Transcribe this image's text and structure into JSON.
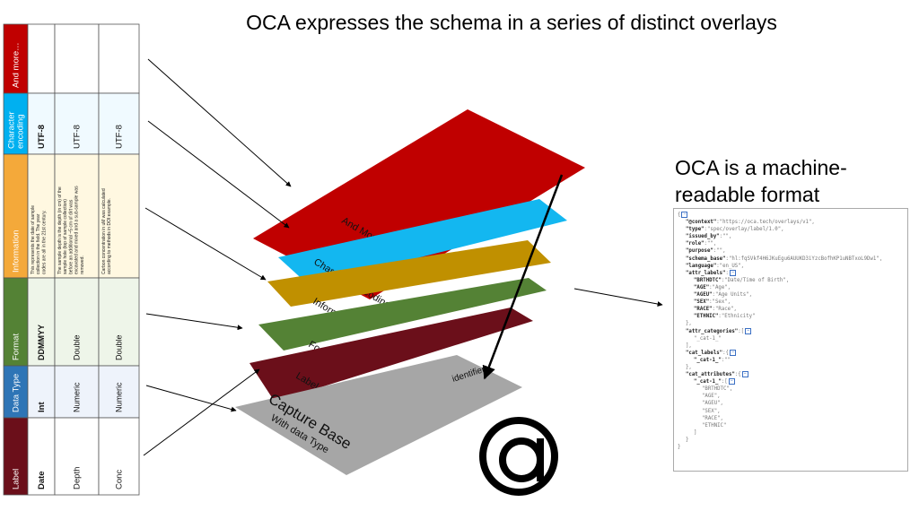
{
  "title": "OCA expresses the schema in a series of distinct overlays",
  "subtitle_line1": "OCA is a machine-",
  "subtitle_line2": "readable format",
  "table": {
    "columns": [
      {
        "header": "Label",
        "header_color": "#6b0f1a",
        "cell_bg": "#ffffff",
        "cells": [
          "Date",
          "Depth",
          "Conc"
        ]
      },
      {
        "header": "Data Type",
        "header_color": "#2e75b6",
        "cell_bg": "#eef3fb",
        "cells": [
          "Int",
          "Numeric",
          "Numeric"
        ]
      },
      {
        "header": "Format",
        "header_color": "#548235",
        "cell_bg": "#eef5e9",
        "cells": [
          "DDMMYY",
          "Double",
          "Double"
        ]
      },
      {
        "header": "Information",
        "header_color": "#f4a93a",
        "cell_bg": "#fff8e1",
        "cells": [
          "This represents the date of sample collection in the field. The year codes are all in the 21st century.",
          "The sample depth is the depth (in cm) of the sample hole (top of sample collection) before an additional ~5 cm of dirt was excavated and mixed and a sub-sample was removed.",
          "Carbon concentration in uM was calculated according to methods in DOI:example."
        ]
      },
      {
        "header": "Character encoding",
        "header_color": "#00b0f0",
        "cell_bg": "#f0faff",
        "cells": [
          "UTF-8",
          "UTF-8",
          "UTF-8"
        ]
      },
      {
        "header": "And more…",
        "header_color": "#c00000",
        "cell_bg": "#ffffff",
        "cells": [
          "",
          "",
          ""
        ]
      }
    ]
  },
  "layers": [
    {
      "label": "And More…",
      "color": "#c00000"
    },
    {
      "label": "Character Encoding",
      "color": "#13b7f0"
    },
    {
      "label": "Information",
      "color": "#c09000"
    },
    {
      "label": "Format",
      "color": "#548235"
    },
    {
      "label": "Label",
      "color": "#6b0f1a"
    },
    {
      "label": "Capture Base",
      "sublabel": "With data Type",
      "color": "#a6a6a6"
    }
  ],
  "identifier_label": "identifier",
  "code_lines": [
    {
      "indent": 0,
      "toggle": true,
      "key": "",
      "val": "{"
    },
    {
      "indent": 1,
      "key": "\"@context\"",
      "val": ":\"https://oca.tech/overlays/v1\","
    },
    {
      "indent": 1,
      "key": "\"type\"",
      "val": ":\"spec/overlay/label/1.0\","
    },
    {
      "indent": 1,
      "key": "\"issued_by\"",
      "val": ":\"\","
    },
    {
      "indent": 1,
      "key": "\"role\"",
      "val": ":\"\","
    },
    {
      "indent": 1,
      "key": "\"purpose\"",
      "val": ":\"\","
    },
    {
      "indent": 1,
      "key": "\"schema_base\"",
      "val": ":\"hl:fqSVkf4H6JKuEgu6AUUKD3iYzcBofhKP1uNBTxoL9Dw1\","
    },
    {
      "indent": 1,
      "key": "\"language\"",
      "val": ":\"en_US\","
    },
    {
      "indent": 1,
      "key": "\"attr_labels\"",
      "val": ":",
      "toggle": true
    },
    {
      "indent": 2,
      "key": "\"BRTHDTC\"",
      "val": ":\"Date/Time of Birth\","
    },
    {
      "indent": 2,
      "key": "\"AGE\"",
      "val": ":\"Age\","
    },
    {
      "indent": 2,
      "key": "\"AGEU\"",
      "val": ":\"Age Units\","
    },
    {
      "indent": 2,
      "key": "\"SEX\"",
      "val": ":\"Sex\","
    },
    {
      "indent": 2,
      "key": "\"RACE\"",
      "val": ":\"Race\","
    },
    {
      "indent": 2,
      "key": "\"ETHNIC\"",
      "val": ":\"Ethnicity\""
    },
    {
      "indent": 1,
      "key": "",
      "val": "},"
    },
    {
      "indent": 1,
      "key": "\"attr_categories\"",
      "val": ":[",
      "toggle": true
    },
    {
      "indent": 2,
      "key": "",
      "val": "\"_cat-1_\""
    },
    {
      "indent": 1,
      "key": "",
      "val": "],"
    },
    {
      "indent": 1,
      "key": "\"cat_labels\"",
      "val": ":{",
      "toggle": true
    },
    {
      "indent": 2,
      "key": "\"_cat-1_\"",
      "val": ":\"\""
    },
    {
      "indent": 1,
      "key": "",
      "val": "},"
    },
    {
      "indent": 1,
      "key": "\"cat_attributes\"",
      "val": ":{",
      "toggle": true
    },
    {
      "indent": 2,
      "key": "\"_cat-1_\"",
      "val": ":[",
      "toggle": true
    },
    {
      "indent": 3,
      "key": "",
      "val": "\"BRTHDTC\","
    },
    {
      "indent": 3,
      "key": "",
      "val": "\"AGE\","
    },
    {
      "indent": 3,
      "key": "",
      "val": "\"AGEU\","
    },
    {
      "indent": 3,
      "key": "",
      "val": "\"SEX\","
    },
    {
      "indent": 3,
      "key": "",
      "val": "\"RACE\","
    },
    {
      "indent": 3,
      "key": "",
      "val": "\"ETHNIC\""
    },
    {
      "indent": 2,
      "key": "",
      "val": "]"
    },
    {
      "indent": 1,
      "key": "",
      "val": "}"
    },
    {
      "indent": 0,
      "key": "",
      "val": "}"
    }
  ]
}
